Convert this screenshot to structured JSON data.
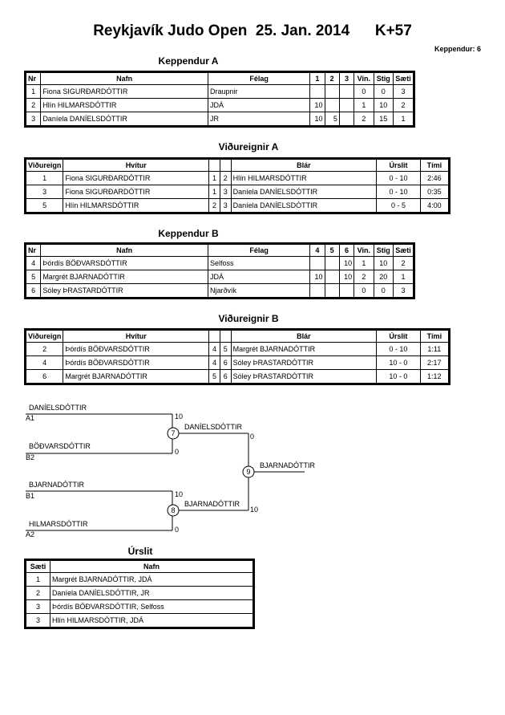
{
  "header": {
    "title": "Reykjavík Judo Open  25. Jan. 2014      K+57",
    "count": "Keppendur: 6"
  },
  "pool_a": {
    "heading": "Keppendur A",
    "columns": [
      "Nr",
      "Nafn",
      "Félag",
      "1",
      "2",
      "3",
      "Vin.",
      "Stig",
      "Sæti"
    ],
    "rows": [
      [
        "1",
        "Fiona SIGURÐARDÓTTIR",
        "Draupnir",
        "",
        "",
        "",
        "0",
        "0",
        "3"
      ],
      [
        "2",
        "Hlín HILMARSDÓTTIR",
        "JDÁ",
        "10",
        "",
        "",
        "1",
        "10",
        "2"
      ],
      [
        "3",
        "Daníela DANÍELSDÓTTIR",
        "JR",
        "10",
        "5",
        "",
        "2",
        "15",
        "1"
      ]
    ]
  },
  "matches_a": {
    "heading": "Viðureignir A",
    "columns": [
      "Viðureign",
      "Hvítur",
      "",
      "",
      "Blár",
      "Úrslit",
      "Tími"
    ],
    "rows": [
      [
        "1",
        "Fiona SIGURÐARDÓTTIR",
        "1",
        "2",
        "Hlín HILMARSDÓTTIR",
        "0 - 10",
        "2:46"
      ],
      [
        "3",
        "Fiona SIGURÐARDÓTTIR",
        "1",
        "3",
        "Daníela DANÍELSDÓTTIR",
        "0 - 10",
        "0:35"
      ],
      [
        "5",
        "Hlín HILMARSDÓTTIR",
        "2",
        "3",
        "Daníela DANÍELSDÓTTIR",
        "0 - 5",
        "4:00"
      ]
    ]
  },
  "pool_b": {
    "heading": "Keppendur B",
    "columns": [
      "Nr",
      "Nafn",
      "Félag",
      "4",
      "5",
      "6",
      "Vin.",
      "Stig",
      "Sæti"
    ],
    "rows": [
      [
        "4",
        "Þórdís BÖÐVARSDÓTTIR",
        "Selfoss",
        "",
        "",
        "10",
        "1",
        "10",
        "2"
      ],
      [
        "5",
        "Margrét BJARNADÓTTIR",
        "JDÁ",
        "10",
        "",
        "10",
        "2",
        "20",
        "1"
      ],
      [
        "6",
        "Sóley ÞRASTARDÓTTIR",
        "Njarðvík",
        "",
        "",
        "",
        "0",
        "0",
        "3"
      ]
    ]
  },
  "matches_b": {
    "heading": "Viðureignir B",
    "columns": [
      "Viðureign",
      "Hvítur",
      "",
      "",
      "Blár",
      "Úrslit",
      "Tími"
    ],
    "rows": [
      [
        "2",
        "Þórdís BÖÐVARSDÓTTIR",
        "4",
        "5",
        "Margrét BJARNADÓTTIR",
        "0 - 10",
        "1:11"
      ],
      [
        "4",
        "Þórdís BÖÐVARSDÓTTIR",
        "4",
        "6",
        "Sóley ÞRASTARDÓTTIR",
        "10 - 0",
        "2:17"
      ],
      [
        "6",
        "Margrét BJARNADÓTTIR",
        "5",
        "6",
        "Sóley ÞRASTARDÓTTIR",
        "10 - 0",
        "1:12"
      ]
    ]
  },
  "bracket": {
    "a1_name": "DANÍELSDÓTTIR",
    "a1_seed": "A1",
    "a1_score": "10",
    "b2_name": "BÖÐVARSDÓTTIR",
    "b2_seed": "B2",
    "b2_score": "0",
    "m7": "7",
    "m7_winner": "DANÍELSDÓTTIR",
    "m7_score": "0",
    "b1_name": "BJARNADÓTTIR",
    "b1_seed": "B1",
    "b1_score": "10",
    "a2_name": "HILMARSDÓTTIR",
    "a2_seed": "A2",
    "a2_score": "0",
    "m8": "8",
    "m8_winner": "BJARNADÓTTIR",
    "m8_score": "10",
    "m9": "9",
    "m9_winner": "BJARNADÓTTIR"
  },
  "results": {
    "heading": "Úrslit",
    "columns": [
      "Sæti",
      "Nafn"
    ],
    "rows": [
      [
        "1",
        "Margrét BJARNADÓTTIR, JDÁ"
      ],
      [
        "2",
        "Daníela DANÍELSDÓTTIR, JR"
      ],
      [
        "3",
        "Þórdís BÖÐVARSDÓTTIR, Selfoss"
      ],
      [
        "3",
        "Hlín HILMARSDÓTTIR, JDÁ"
      ]
    ]
  }
}
